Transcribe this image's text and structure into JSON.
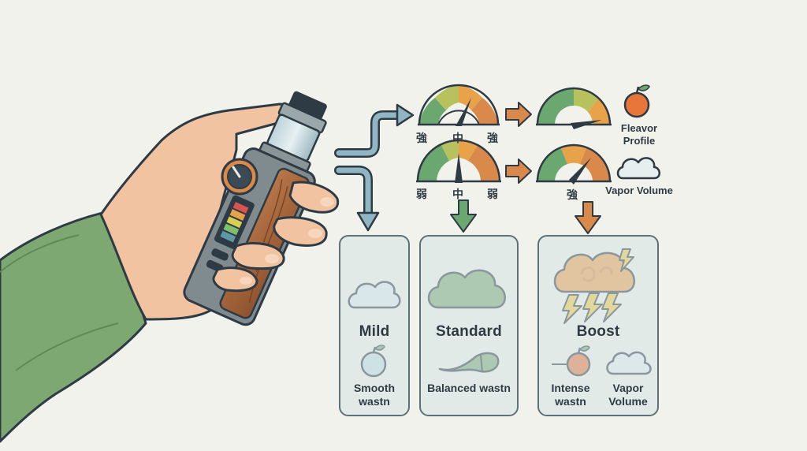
{
  "gauges": {
    "top_left_ticks": [
      "強",
      "中",
      "強"
    ],
    "mid_left_ticks": [
      "弱",
      "中",
      "弱"
    ],
    "mid_right_tick": "強"
  },
  "legend": {
    "flavor_label": "Fleavor Profile",
    "vapor_label": "Vapor Volume"
  },
  "panels": {
    "mild": {
      "title": "Mild",
      "desc": "Smooth wastn"
    },
    "standard": {
      "title": "Standard",
      "desc": "Balanced wastn"
    },
    "boost": {
      "title": "Boost",
      "desc_left": "Intense wastn",
      "desc_right": "Vapor Volume"
    }
  },
  "colors": {
    "arrow_orange": "#d9894a",
    "arrow_blue": "#5f97a8",
    "arrow_green": "#6aa870",
    "panel_border": "#5e7177"
  },
  "icons": [
    "vape-mod-icon",
    "hand-icon",
    "gauge-icon",
    "apple-icon",
    "cloud-icon",
    "storm-cloud-icon",
    "lightning-icon"
  ]
}
